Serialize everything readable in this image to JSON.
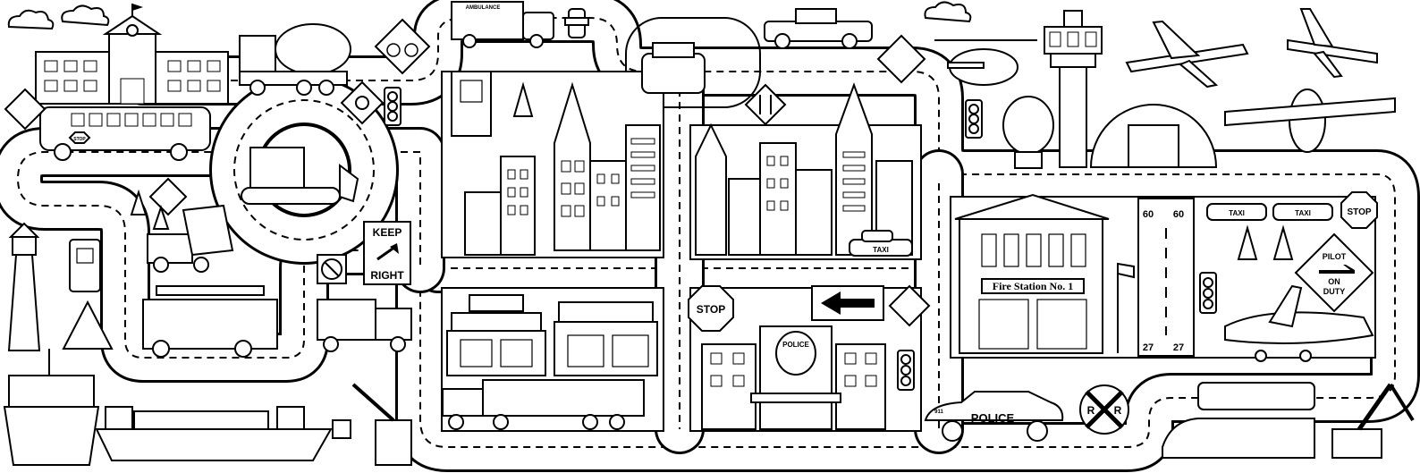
{
  "colors": {
    "line": "#000000",
    "paper": "#ffffff"
  },
  "signs": {
    "keep_right_line1": "KEEP",
    "keep_right_line2": "RIGHT",
    "stop_1": "STOP",
    "stop_2": "STOP",
    "pilot_line1": "PILOT",
    "pilot_line2": "ON",
    "pilot_line3": "DUTY",
    "railroad_r_left": "R",
    "railroad_r_right": "R"
  },
  "vehicles": {
    "ambulance_label": "AMBULANCE",
    "police_car_label": "POLICE",
    "police_car_number": "911",
    "taxi_1": "TAXI",
    "taxi_2": "TAXI",
    "taxi_3": "TAXI",
    "bus_label": "STOP"
  },
  "buildings": {
    "fire_station": "Fire Station No. 1",
    "police_station": "POLICE"
  },
  "runway": {
    "top_left": "60",
    "top_right": "60",
    "bottom_left": "27",
    "bottom_right": "27"
  },
  "icons": [
    "cloud-icon",
    "school-icon",
    "cement-truck-icon",
    "bicycle-sign-icon",
    "ambulance-icon",
    "fire-hydrant-icon",
    "pickup-truck-icon",
    "slippery-road-sign-icon",
    "helicopter-icon",
    "control-tower-icon",
    "airplane-icon",
    "jet-icon",
    "school-crossing-sign-icon",
    "school-bus-icon",
    "roundabout-sign-icon",
    "traffic-light-icon",
    "bulldozer-icon",
    "gas-pump-icon",
    "traffic-cone-icon",
    "police-car-icon",
    "two-way-sign-icon",
    "city-skyline-icon",
    "radar-icon",
    "hangar-icon",
    "dump-truck-icon",
    "construction-sign-icon",
    "lighthouse-icon",
    "fire-truck-icon",
    "no-parking-sign-icon",
    "garbage-truck-icon",
    "shop-icon",
    "semi-truck-icon",
    "stop-sign-icon",
    "arrow-sign-icon",
    "police-station-icon",
    "fire-station-icon",
    "windsock-icon",
    "taxi-icon",
    "propeller-plane-icon",
    "railroad-crossing-sign-icon",
    "train-icon",
    "excavator-icon",
    "cargo-ship-icon",
    "crane-icon",
    "car-in-water-sign-icon"
  ]
}
